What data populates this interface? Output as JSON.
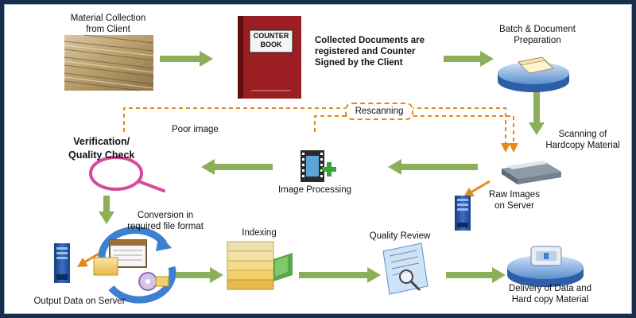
{
  "labels": {
    "material_collection": [
      "Material Collection",
      "from Client"
    ],
    "counter_book_cover": [
      "COUNTER",
      "BOOK"
    ],
    "collected_documents": [
      "Collected Documents are",
      "registered and Counter",
      "Signed by the Client"
    ],
    "batch_preparation": [
      "Batch  & Document",
      "Preparation"
    ],
    "rescanning": "Rescanning",
    "poor_image": "Poor image",
    "verification": [
      "Verification/",
      "Quality Check"
    ],
    "scanning": [
      "Scanning of",
      "Hardcopy Material"
    ],
    "image_processing": "Image Processing",
    "raw_images": [
      "Raw Images",
      "on Server"
    ],
    "conversion": [
      "Conversion in",
      "required file format"
    ],
    "indexing": "Indexing",
    "quality_review": "Quality Review",
    "output_data": "Output Data on Server",
    "delivery": [
      "Delivery of Data and",
      "Hard copy  Material"
    ]
  },
  "colors": {
    "flow_arrow": "#8cb05a",
    "rescan_dashed": "#e08a1e",
    "server_blue": "#1f4fa0",
    "book_red": "#9b1e22",
    "folder_yellow": "#f2d06b",
    "magnifier_pink": "#d64a9a"
  }
}
